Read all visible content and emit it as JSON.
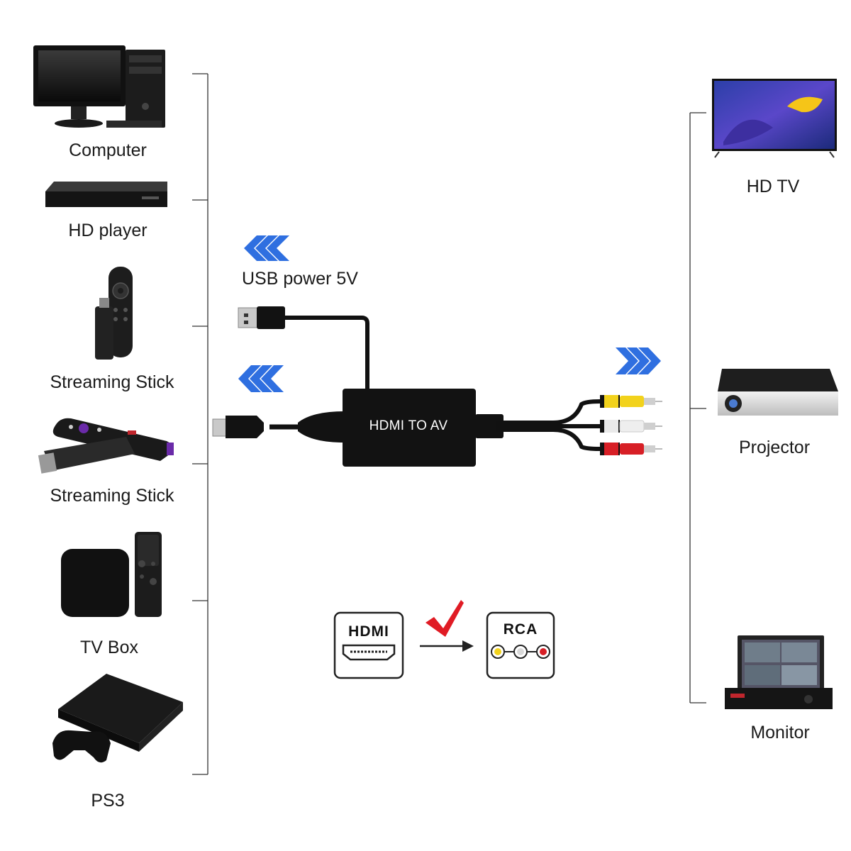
{
  "sources": [
    {
      "label": "Computer",
      "icon": "computer-icon"
    },
    {
      "label": "HD player",
      "icon": "dvd-player-icon"
    },
    {
      "label": "Streaming Stick",
      "icon": "fire-stick-icon"
    },
    {
      "label": "Streaming Stick",
      "icon": "roku-stick-icon"
    },
    {
      "label": "TV Box",
      "icon": "apple-tv-icon"
    },
    {
      "label": "PS3",
      "icon": "ps3-console-icon"
    }
  ],
  "displays": [
    {
      "label": "HD TV",
      "icon": "tv-icon"
    },
    {
      "label": "Projector",
      "icon": "projector-icon"
    },
    {
      "label": "Monitor",
      "icon": "monitor-icon"
    }
  ],
  "usb_power_label": "USB power 5V",
  "adapter_label": "HDMI TO AV",
  "flow": {
    "from": "HDMI",
    "to": "RCA"
  },
  "colors": {
    "arrow_blue": "#2f6fe0",
    "check_red": "#e01b24",
    "rca_yellow": "#f2d21c",
    "rca_white": "#eeeeee",
    "rca_red": "#d71f26",
    "adapter_black": "#121212"
  }
}
